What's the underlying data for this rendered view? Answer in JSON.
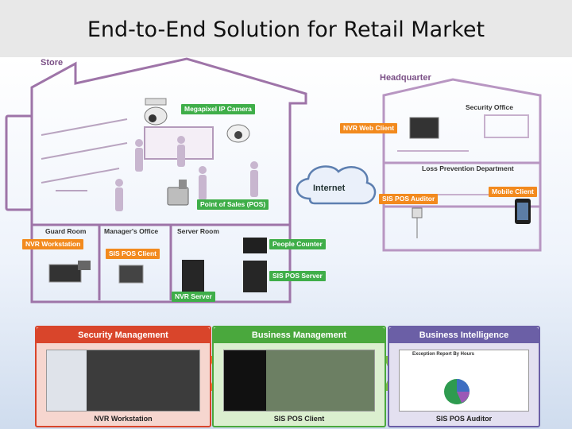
{
  "title": "End-to-End Solution for Retail Market",
  "regions": {
    "store": "Store",
    "headquarter": "Headquarter",
    "internet": "Internet"
  },
  "rooms": {
    "guard_room": "Guard Room",
    "managers_office": "Manager's Office",
    "server_room": "Server Room",
    "security_office": "Security Office",
    "loss_prevention": "Loss Prevention Department"
  },
  "labels": {
    "megapixel_camera": "Megapixel IP Camera",
    "pos": "Point of Sales (POS)",
    "people_counter": "People Counter",
    "sis_pos_client": "SIS POS Client",
    "sis_pos_server": "SIS POS Server",
    "nvr_workstation": "NVR Workstation",
    "nvr_server": "NVR Server",
    "nvr_web_client": "NVR Web Client",
    "sis_pos_auditor": "SIS POS Auditor",
    "mobile_client": "Mobile Client"
  },
  "panels": [
    {
      "header": "Security Management",
      "footer": "NVR Workstation"
    },
    {
      "header": "Business Management",
      "footer": "SIS POS Client"
    },
    {
      "header": "Business Intelligence",
      "footer": "SIS POS Auditor",
      "report_title": "Exception Report By Hours"
    }
  ],
  "colors": {
    "green_label": "#3fae49",
    "orange_label": "#f28a1e",
    "security": "#d9452b",
    "business": "#4aa83d",
    "intelligence": "#6b5fa6",
    "building": "#8a5a95"
  }
}
